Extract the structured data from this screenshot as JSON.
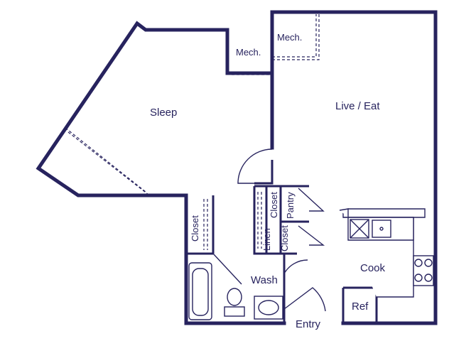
{
  "rooms": {
    "sleep": "Sleep",
    "live_eat": "Live / Eat",
    "mech_left": "Mech.",
    "mech_right": "Mech.",
    "closet_left": "Closet",
    "closet_upper": "Closet",
    "pantry": "Pantry",
    "linen": "Linen",
    "closet_lower": "Closet",
    "wash": "Wash",
    "cook": "Cook",
    "ref": "Ref",
    "entry": "Entry"
  },
  "colors": {
    "wall": "#27235e",
    "background": "#ffffff"
  }
}
